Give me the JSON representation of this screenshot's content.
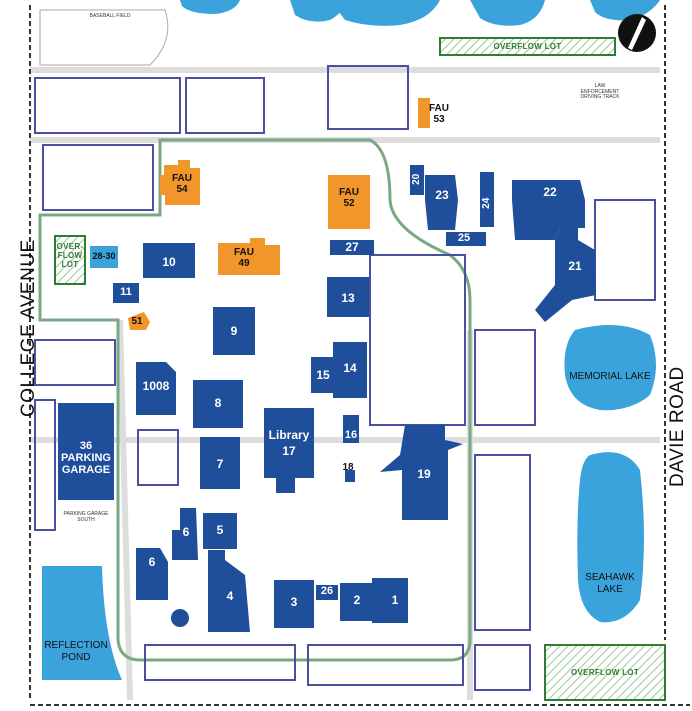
{
  "streets": {
    "college": "COLLEGE AVENUE",
    "davie": "DAVIE ROAD"
  },
  "colors": {
    "building": "#1f4e9a",
    "fau": "#f0962b",
    "water": "#3aa3dc",
    "lot_outline": "#4a4fa0",
    "greenway": "#7aa884",
    "overflow": "#2e7d32"
  },
  "buildings": {
    "b1": "1",
    "b2": "2",
    "b3": "3",
    "b4": "4",
    "b5": "5",
    "b6a": "6",
    "b6b": "6",
    "b7": "7",
    "b8": "8",
    "b9": "9",
    "b10": "10",
    "b11": "11",
    "b13": "13",
    "b14": "14",
    "b15": "15",
    "b16": "16",
    "b17": "Library\n17",
    "b18": "18",
    "b19": "19",
    "b20": "20",
    "b21": "21",
    "b22": "22",
    "b23": "23",
    "b24": "24",
    "b25": "25",
    "b26": "26",
    "b27": "27",
    "b1008": "1008",
    "b2830": "28-30",
    "b36": "36\nPARKING\nGARAGE",
    "fau49": "FAU\n49",
    "fau51": "51",
    "fau52": "FAU\n52",
    "fau53": "FAU\n53",
    "fau54": "FAU\n54"
  },
  "overflow_lots": {
    "top": "OVERFLOW LOT",
    "bottom": "OVERFLOW LOT",
    "left": "OVER-\nFLOW\nLOT"
  },
  "lakes": {
    "memorial": "MEMORIAL LAKE",
    "seahawk": "SEAHAWK\nLAKE",
    "reflection": "REFLECTION\nPOND"
  },
  "small_labels": {
    "baseball": "BASEBALL FIELD",
    "driving": "LAW\nENFORCEMENT\nDRIVING TRACK",
    "garage_sub": "PARKING GARAGE\nSOUTH"
  },
  "north_icon": "north-arrow-icon"
}
